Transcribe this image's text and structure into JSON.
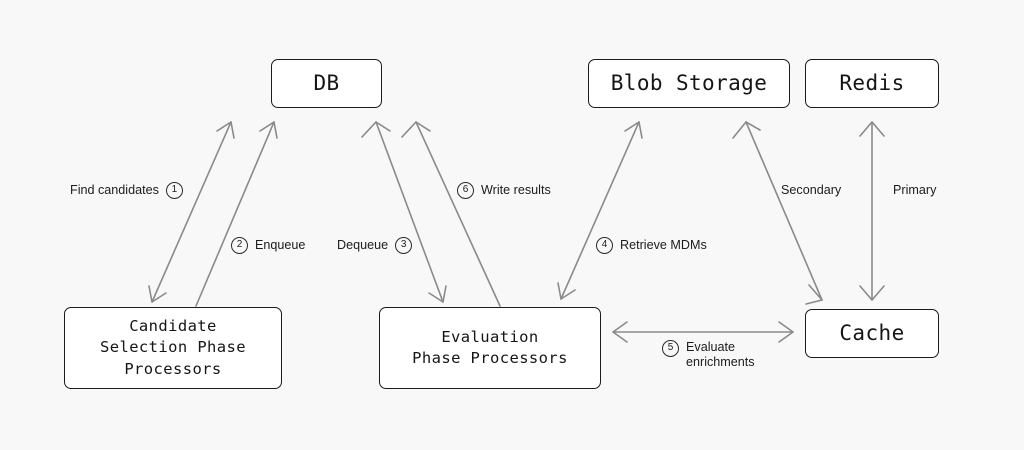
{
  "diagram": {
    "background_color": "#f8f8f8",
    "line_color": "#8a8a8a",
    "node_border_color": "#1b1b1b",
    "nodes": [
      {
        "id": "db",
        "label": "DB"
      },
      {
        "id": "blob",
        "label": "Blob Storage"
      },
      {
        "id": "redis",
        "label": "Redis"
      },
      {
        "id": "candidate",
        "label": "Candidate\nSelection Phase\nProcessors"
      },
      {
        "id": "evaluation",
        "label": "Evaluation\nPhase Processors"
      },
      {
        "id": "cache",
        "label": "Cache"
      }
    ],
    "edges": [
      {
        "id": "find-candidates",
        "badge": "1",
        "text": "Find candidates",
        "badge_position": "after",
        "from": "candidate",
        "to": "db",
        "arrow": "double"
      },
      {
        "id": "enqueue",
        "badge": "2",
        "text": "Enqueue",
        "badge_position": "before",
        "from": "candidate",
        "to": "db",
        "arrow": "single"
      },
      {
        "id": "dequeue",
        "badge": "3",
        "text": "Dequeue",
        "badge_position": "after",
        "from": "evaluation",
        "to": "db",
        "arrow": "double"
      },
      {
        "id": "retrieve-mdms",
        "badge": "4",
        "text": "Retrieve MDMs",
        "badge_position": "before",
        "from": "evaluation",
        "to": "blob",
        "arrow": "double"
      },
      {
        "id": "evaluate-enrichments",
        "badge": "5",
        "text": "Evaluate\nenrichments",
        "badge_position": "before",
        "from": "evaluation",
        "to": "cache",
        "arrow": "double"
      },
      {
        "id": "write-results",
        "badge": "6",
        "text": "Write results",
        "badge_position": "before",
        "from": "evaluation",
        "to": "db",
        "arrow": "single"
      },
      {
        "id": "secondary",
        "badge": "",
        "text": "Secondary",
        "badge_position": "none",
        "from": "cache",
        "to": "blob",
        "arrow": "double"
      },
      {
        "id": "primary",
        "badge": "",
        "text": "Primary",
        "badge_position": "none",
        "from": "cache",
        "to": "redis",
        "arrow": "double"
      }
    ]
  }
}
